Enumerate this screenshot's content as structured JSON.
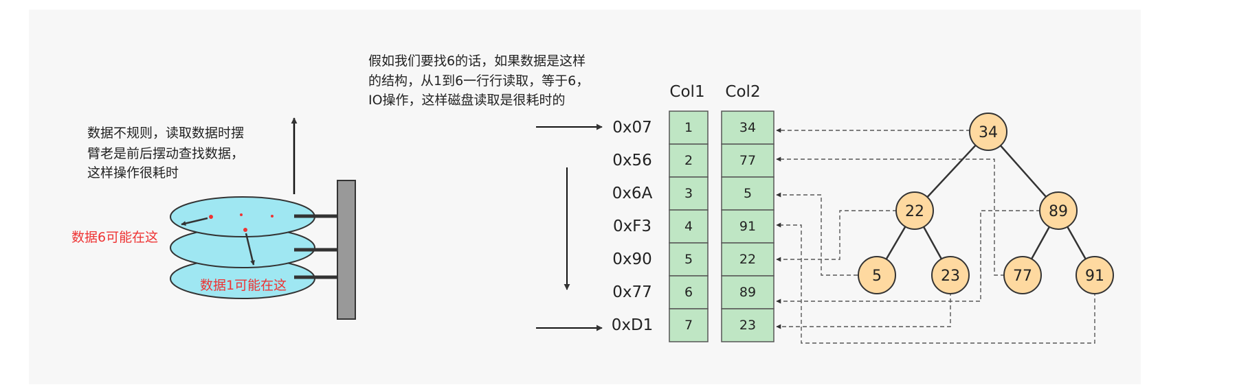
{
  "notes": {
    "disk_lines": [
      "数据不规则，读取数据时摆",
      "臂老是前后摆动查找数据，",
      "这样操作很耗时"
    ],
    "label_6": "数据6可能在这",
    "label_1": "数据1可能在这",
    "search_lines": [
      "假如我们要找6的话，如果数据是这样",
      "的结构，从1到6一行行读取，等于6，",
      "IO操作，这样磁盘读取是很耗时的"
    ]
  },
  "table": {
    "headers": [
      "Col1",
      "Col2"
    ],
    "rows": [
      {
        "addr": "0x07",
        "col1": "1",
        "col2": "34"
      },
      {
        "addr": "0x56",
        "col1": "2",
        "col2": "77"
      },
      {
        "addr": "0x6A",
        "col1": "3",
        "col2": "5"
      },
      {
        "addr": "0xF3",
        "col1": "4",
        "col2": "91"
      },
      {
        "addr": "0x90",
        "col1": "5",
        "col2": "22"
      },
      {
        "addr": "0x77",
        "col1": "6",
        "col2": "89"
      },
      {
        "addr": "0xD1",
        "col1": "7",
        "col2": "23"
      }
    ]
  },
  "tree": {
    "root": "34",
    "level1": [
      "22",
      "89"
    ],
    "level2": [
      "5",
      "23",
      "77",
      "91"
    ]
  },
  "colors": {
    "panel": "#f7f7f7",
    "table_fill": "#bfe6c4",
    "node_fill": "#fed9a0",
    "disk_fill": "#9fe7f2",
    "red": "#ee3333"
  }
}
